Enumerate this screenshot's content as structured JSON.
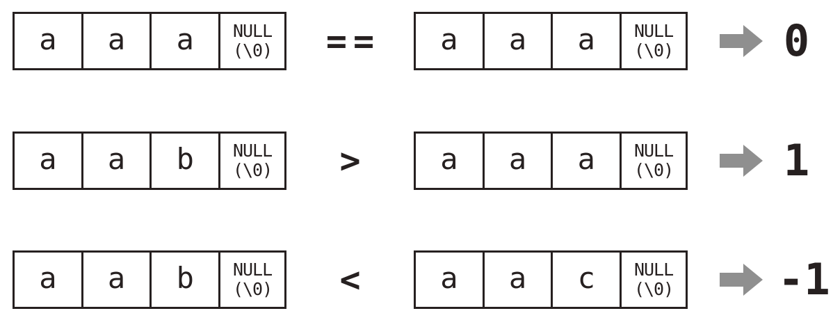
{
  "diagram": {
    "description": "String comparison (strcmp) result diagram",
    "background": "#ffffff",
    "ink_color": "#262020",
    "arrow_color": "#8f8f8f",
    "arrow_icon": "right-block-arrow",
    "null_cell": {
      "line1": "NULL",
      "line2": "(\\0)"
    },
    "rows": [
      {
        "left": {
          "cells": [
            "a",
            "a",
            "a"
          ]
        },
        "operator": "==",
        "right": {
          "cells": [
            "a",
            "a",
            "a"
          ]
        },
        "result": "0"
      },
      {
        "left": {
          "cells": [
            "a",
            "a",
            "b"
          ]
        },
        "operator": ">",
        "right": {
          "cells": [
            "a",
            "a",
            "a"
          ]
        },
        "result": "1"
      },
      {
        "left": {
          "cells": [
            "a",
            "a",
            "b"
          ]
        },
        "operator": "<",
        "right": {
          "cells": [
            "a",
            "a",
            "c"
          ]
        },
        "result": "-1"
      }
    ]
  }
}
